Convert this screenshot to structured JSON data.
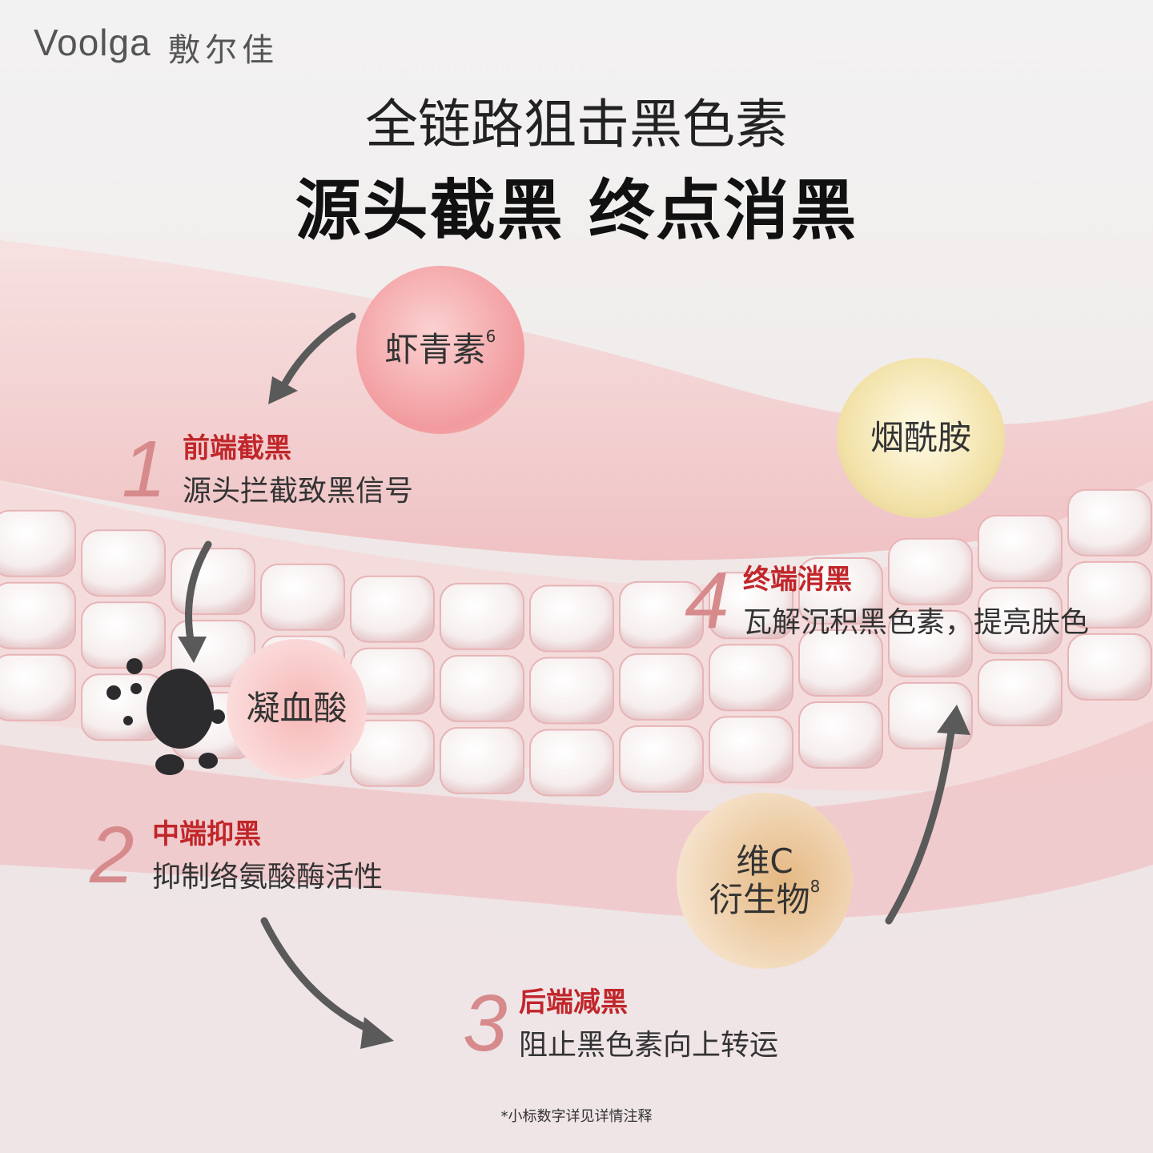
{
  "logo": {
    "brand_en": "Voolga",
    "brand_cn": "敷尔佳"
  },
  "headline": {
    "line1": "全链路狙击黑色素",
    "line2": "源头截黑 终点消黑"
  },
  "ingredients": [
    {
      "name": "虾青素",
      "note": "6"
    },
    {
      "name": "烟酰胺"
    },
    {
      "name": "凝血酸"
    },
    {
      "name_line1": "维C",
      "name_line2": "衍生物",
      "note": "8"
    }
  ],
  "steps": [
    {
      "number": "1",
      "title": "前端截黑",
      "desc": "源头拦截致黑信号"
    },
    {
      "number": "2",
      "title": "中端抑黑",
      "desc": "抑制络氨酸酶活性"
    },
    {
      "number": "3",
      "title": "后端减黑",
      "desc": "阻止黑色素向上转运"
    },
    {
      "number": "4",
      "title": "终端消黑",
      "desc": "瓦解沉积黑色素，提亮肤色"
    }
  ],
  "footnote": "*小标数字详见详情注释",
  "colors": {
    "accent_red": "#c0262a",
    "number_pink": "#d78a8c",
    "layer_pink": "#f2c3c4"
  }
}
